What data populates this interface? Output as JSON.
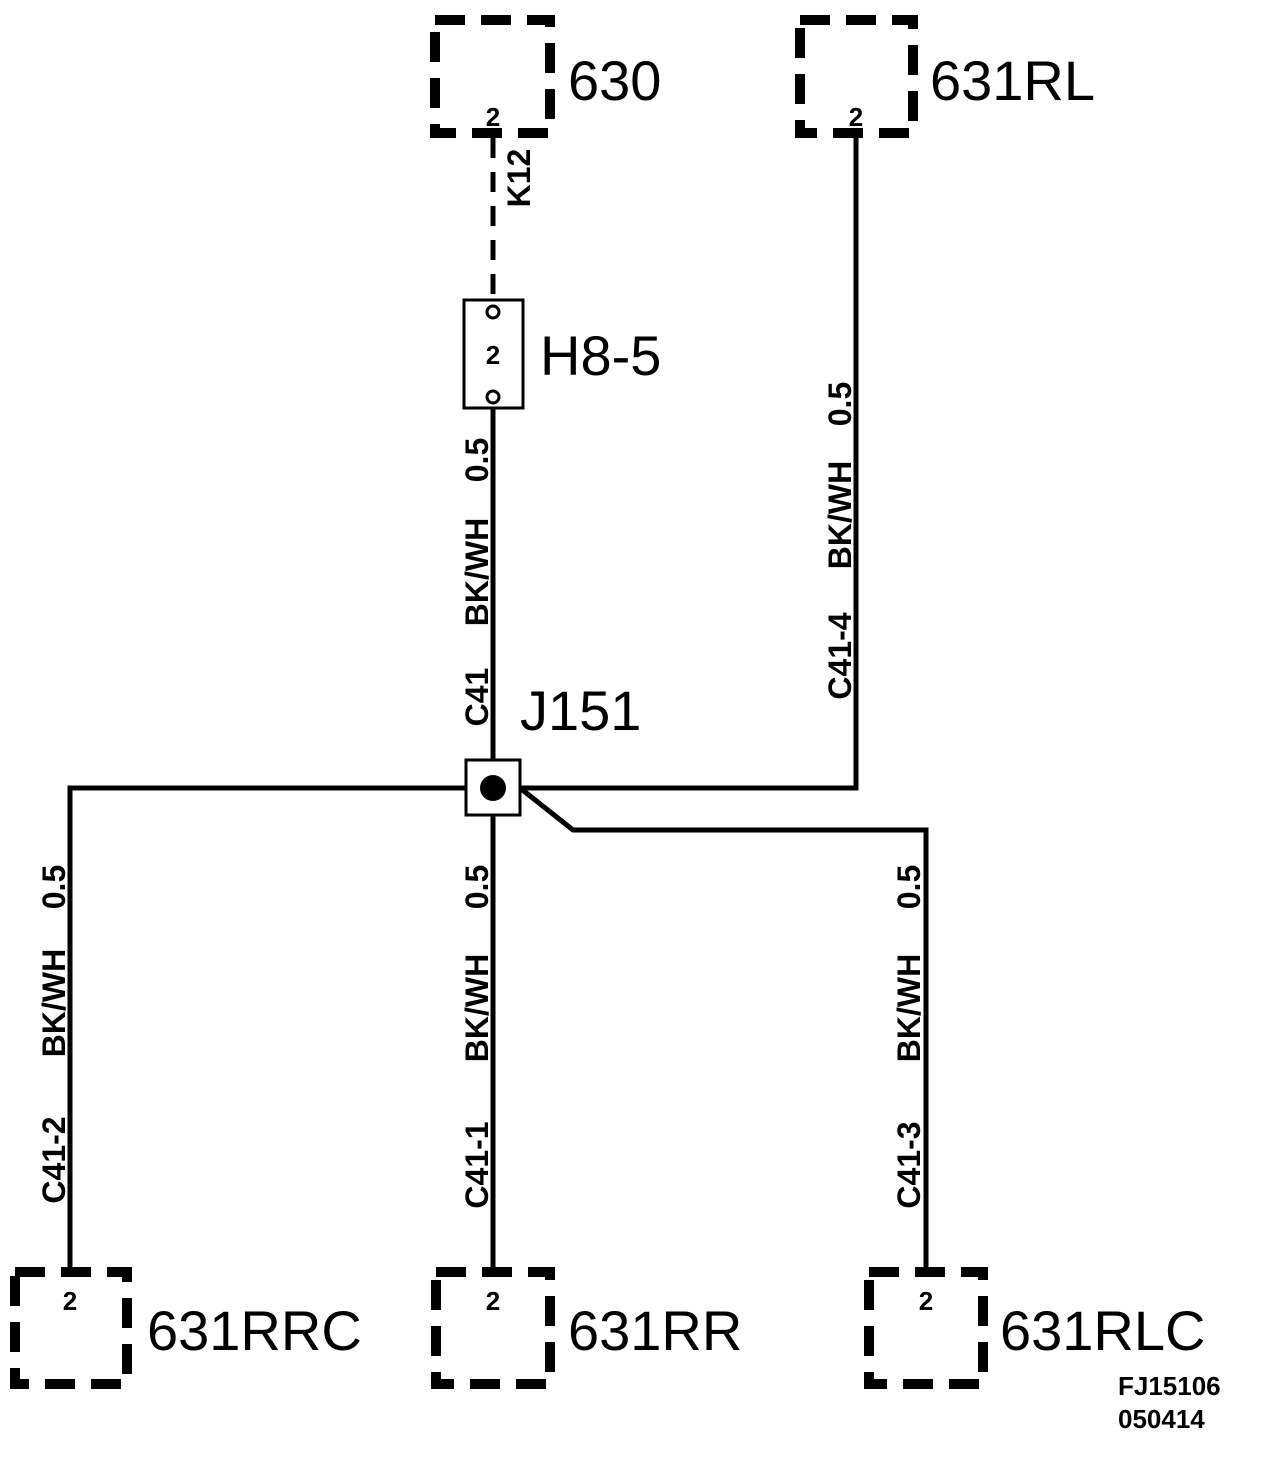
{
  "connectors": {
    "c630": {
      "id": "630",
      "pin": "2"
    },
    "c631rl": {
      "id": "631RL",
      "pin": "2"
    },
    "c631rrc": {
      "id": "631RRC",
      "pin": "2"
    },
    "c631rr": {
      "id": "631RR",
      "pin": "2"
    },
    "c631rlc": {
      "id": "631RLC",
      "pin": "2"
    }
  },
  "inline": {
    "id": "H8-5",
    "pin": "2",
    "harness_code": "K12"
  },
  "splice": {
    "id": "J151"
  },
  "wires": {
    "top": {
      "circuit": "C41",
      "color": "BK/WH",
      "size": "0.5"
    },
    "rl": {
      "circuit": "C41-4",
      "color": "BK/WH",
      "size": "0.5"
    },
    "rrc": {
      "circuit": "C41-2",
      "color": "BK/WH",
      "size": "0.5"
    },
    "rr": {
      "circuit": "C41-1",
      "color": "BK/WH",
      "size": "0.5"
    },
    "rlc": {
      "circuit": "C41-3",
      "color": "BK/WH",
      "size": "0.5"
    }
  },
  "figure_ref": {
    "code": "FJ15106",
    "date": "050414"
  }
}
